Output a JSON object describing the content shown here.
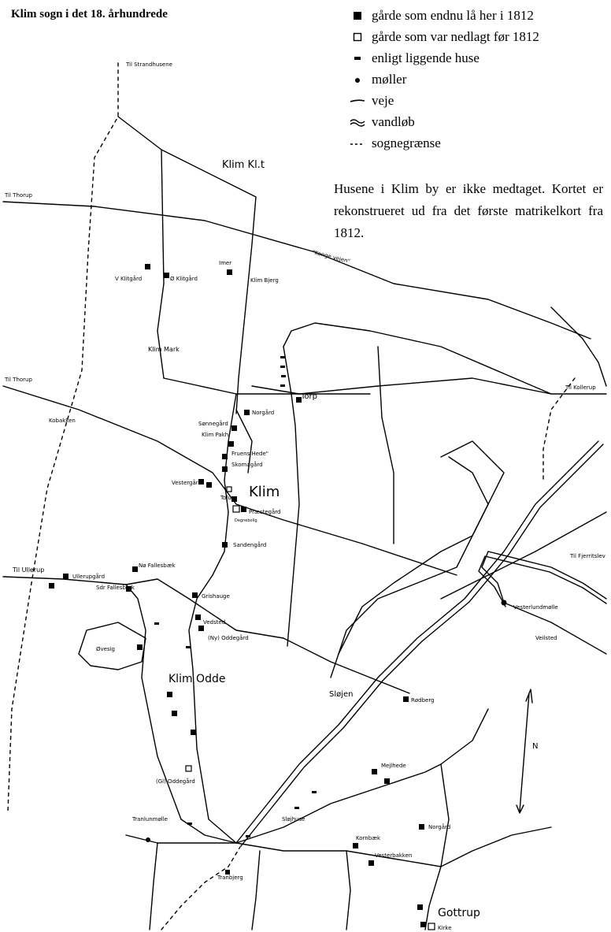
{
  "title": "Klim sogn i det 18. århundrede",
  "legend": [
    {
      "symbol": "filled-square",
      "label": "gårde som endnu lå her i 1812"
    },
    {
      "symbol": "open-square",
      "label": "gårde som var nedlagt før 1812"
    },
    {
      "symbol": "small-bar",
      "label": "enligt liggende huse"
    },
    {
      "symbol": "dot",
      "label": "møller"
    },
    {
      "symbol": "line",
      "label": "veje"
    },
    {
      "symbol": "waves",
      "label": "vandløb"
    },
    {
      "symbol": "dashed",
      "label": "sognegrænse"
    }
  ],
  "note": "Husene i Klim by er ikke medtaget. Kortet er rekonstrueret ud fra det første matrikelkort fra 1812.",
  "labels": {
    "til_strandhusene": "Til Strandhusene",
    "klim_klit": "Klim Kl.t",
    "til_thorup_1": "Til Thorup",
    "kongevejen": "\"Konge vejen\"",
    "v_klitgaard": "V Klitgård",
    "o_klitgaard": "Ø Klitgård",
    "imer": "Imer",
    "klim_bjerg": "Klim Bjerg",
    "klim_mark": "Klim Mark",
    "til_thorup_2": "Til Thorup",
    "torp": "Torp",
    "til_kollerup": "Til Kollerup",
    "norgaard": "Norgård",
    "kobakken": "Kobakken",
    "sonnegaard": "Sønnegård",
    "klim_pakh": "Klim Pakh",
    "fruens_hede": "Fruens Hede\"",
    "skomagaard": "Skomagård",
    "vestergaard": "Vestergård",
    "klim": "Klim",
    "tolun": "Tolun",
    "praestegaard": "Præstegård",
    "degnebolig": "Degnebolig",
    "sandengaard": "Sandengård",
    "til_ullerup": "Til Ullerup",
    "ullerupgaard": "Ullerupgård",
    "no_fallesbaek": "Nø Fallesbæk",
    "sdr_fallesbaek": "Sdr Fallesbæk",
    "grishauge": "Grishauge",
    "til_fjerritslev": "Til Fjerritslev",
    "vesterlundmolle": "Vesterlundmølle",
    "veilsted": "Veilsted",
    "ovesig": "Øvesig",
    "vedsted": "Vedsted",
    "ny_oddegaard": "(Ny) Oddegård",
    "klim_odde": "Klim Odde",
    "slojen": "Sløjen",
    "rodberg": "Rødberg",
    "n": "N",
    "mejlhede": "Mejlhede",
    "gl_oddegaard": "(Gl) Oddegård",
    "tranlunmolle": "Tranlunmølle",
    "slojhuse": "Sløjhuse",
    "norgaard_2": "Norgård",
    "tranbjerg": "Tranbjerg",
    "kornbaek": "Kornbæk",
    "vesterbakken": "Vesterbakken",
    "gottrup": "Gottrup",
    "kirke": "Kirke"
  }
}
